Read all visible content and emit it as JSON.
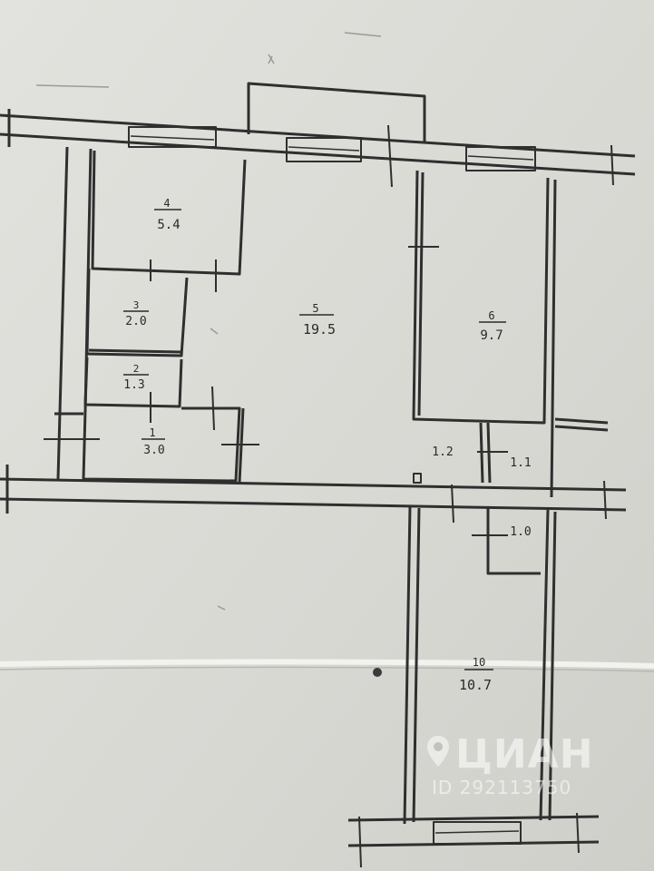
{
  "plan": {
    "paper_color": "#d9d9d4",
    "ink_color": "#2f2f2f",
    "rooms": [
      {
        "number": "1",
        "area": "3.0"
      },
      {
        "number": "2",
        "area": "1.3"
      },
      {
        "number": "3",
        "area": "2.0"
      },
      {
        "number": "4",
        "area": "5.4"
      },
      {
        "number": "5",
        "area": "19.5"
      },
      {
        "number": "6",
        "area": "9.7"
      },
      {
        "number": "",
        "area": "1.2"
      },
      {
        "number": "",
        "area": "1.1"
      },
      {
        "number": "",
        "area": "1.0"
      },
      {
        "number": "10",
        "area": "10.7"
      }
    ]
  },
  "watermark": {
    "brand": "ЦИАН",
    "id_text": "ID 292113750",
    "icon": "map-pin-icon"
  }
}
